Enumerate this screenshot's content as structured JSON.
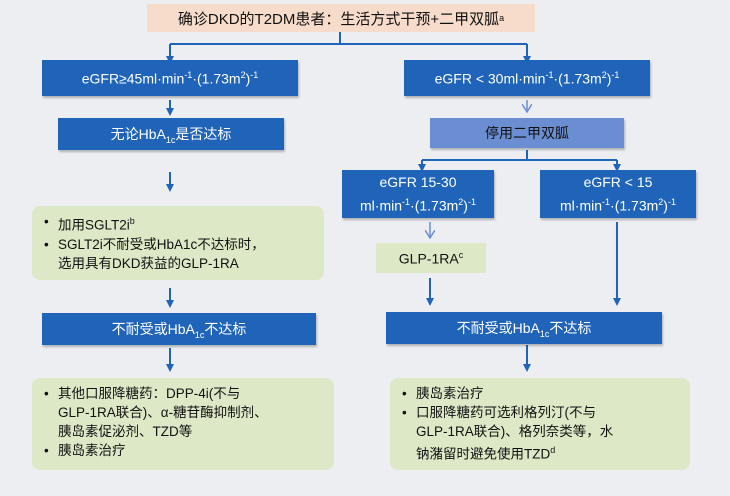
{
  "title": {
    "text": "确诊DKD的T2DM患者：生活方式干预+二甲双胍",
    "sup": "a"
  },
  "left": {
    "egfr_ge45": {
      "pre": "eGFR≥45ml·min",
      "sup1": "-1",
      "mid": "·(1.73m",
      "sup2": "2",
      "post": ")",
      "sup3": "-1"
    },
    "hba1c_any": {
      "pre": "无论HbA",
      "sub": "1c",
      "post": "是否达标"
    },
    "box1": {
      "item1": {
        "text": "加用SGLT2i",
        "sup": "b"
      },
      "item2_line1": "SGLT2i不耐受或HbA1c不达标时，",
      "item2_line2": "选用具有DKD获益的GLP-1RA"
    },
    "intolerant": {
      "pre": "不耐受或HbA",
      "sub": "1c",
      "post": "不达标"
    },
    "box2": {
      "item1_line1": "其他口服降糖药：DPP-4i(不与",
      "item1_line2": "GLP-1RA联合)、α-糖苷酶抑制剂、",
      "item1_line3": "胰岛素促泌剂、TZD等",
      "item2": "胰岛素治疗"
    }
  },
  "right": {
    "egfr_lt30": {
      "pre": "eGFR < 30ml·min",
      "sup1": "-1",
      "mid": "·(1.73m",
      "sup2": "2",
      "post": ")",
      "sup3": "-1"
    },
    "stop_metformin": "停用二甲双胍",
    "egfr_15_30": {
      "line1": "eGFR 15-30",
      "pre": "ml·min",
      "sup1": "-1",
      "mid": "·(1.73m",
      "sup2": "2",
      "post": ")",
      "sup3": "-1"
    },
    "egfr_lt15": {
      "line1": "eGFR < 15",
      "pre": "ml·min",
      "sup1": "-1",
      "mid": "·(1.73m",
      "sup2": "2",
      "post": ")",
      "sup3": "-1"
    },
    "glp1ra": {
      "text": "GLP-1RA",
      "sup": "c"
    },
    "intolerant": {
      "pre": "不耐受或HbA",
      "sub": "1c",
      "post": "不达标"
    },
    "box": {
      "item1": "胰岛素治疗",
      "item2_line1": "口服降糖药可选利格列汀(不与",
      "item2_line2": "GLP-1RA联合)、格列奈类等，水",
      "item2_line3": "钠潴留时避免使用TZD",
      "item2_sup": "d"
    }
  },
  "colors": {
    "blue": "#1f64b9",
    "light_blue": "#6a8ed1",
    "green": "#dde8c6",
    "title_bg": "#f8dccb"
  }
}
